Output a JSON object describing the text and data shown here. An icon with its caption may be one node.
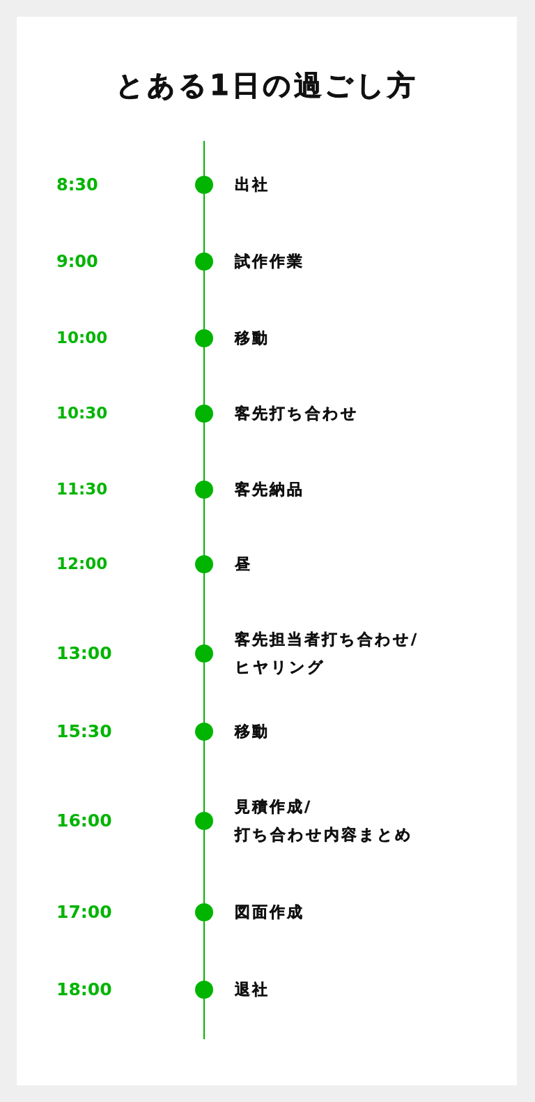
{
  "diagram": {
    "title": "とある1日の過ごし方",
    "nodes": [
      {
        "text": [],
        "shape": "circle",
        "beside": [
          "出社"
        ]
      },
      {
        "text": [],
        "shape": "circle",
        "beside": [
          "試作作業"
        ]
      },
      {
        "text": [],
        "shape": "circle",
        "beside": [
          "移動"
        ]
      },
      {
        "text": [],
        "shape": "circle",
        "beside": [
          "客先打ち合わせ"
        ]
      },
      {
        "text": [],
        "shape": "circle",
        "beside": [
          "客先納品"
        ]
      },
      {
        "text": [],
        "shape": "circle",
        "beside": [
          "昼"
        ]
      },
      {
        "text": [],
        "shape": "circle",
        "beside": [
          "客先担当者打ち合わせ/ヒヤリング"
        ]
      },
      {
        "text": [],
        "shape": "circle",
        "beside": [
          "移動"
        ]
      },
      {
        "text": [],
        "shape": "circle",
        "beside": [
          "見積作成/打ち合わせ内容まとめ"
        ]
      },
      {
        "text": [],
        "shape": "circle",
        "beside": [
          "図面作成"
        ]
      },
      {
        "text": [],
        "shape": "circle",
        "beside": [
          "退社"
        ]
      }
    ],
    "edges": [
      {
        "from": null,
        "to": 0,
        "arrow": "none"
      },
      {
        "from": 0,
        "to": 1,
        "arrow": "none"
      },
      {
        "from": 1,
        "to": 2,
        "arrow": "none"
      },
      {
        "from": 2,
        "to": 3,
        "arrow": "none"
      },
      {
        "from": 3,
        "to": 4,
        "arrow": "none"
      },
      {
        "from": 4,
        "to": 5,
        "arrow": "none"
      },
      {
        "from": 5,
        "to": 6,
        "arrow": "none"
      },
      {
        "from": 6,
        "to": 7,
        "arrow": "none"
      },
      {
        "from": 7,
        "to": 8,
        "arrow": "none"
      },
      {
        "from": 8,
        "to": 9,
        "arrow": "none"
      },
      {
        "from": 9,
        "to": 10,
        "arrow": "none"
      },
      {
        "from": 10,
        "to": null,
        "arrow": "none"
      }
    ],
    "labels": [
      "8:30",
      "9:00",
      "10:00",
      "10:30",
      "11:30",
      "12:00",
      "13:00",
      "15:30",
      "16:00",
      "17:00",
      "18:00"
    ]
  }
}
